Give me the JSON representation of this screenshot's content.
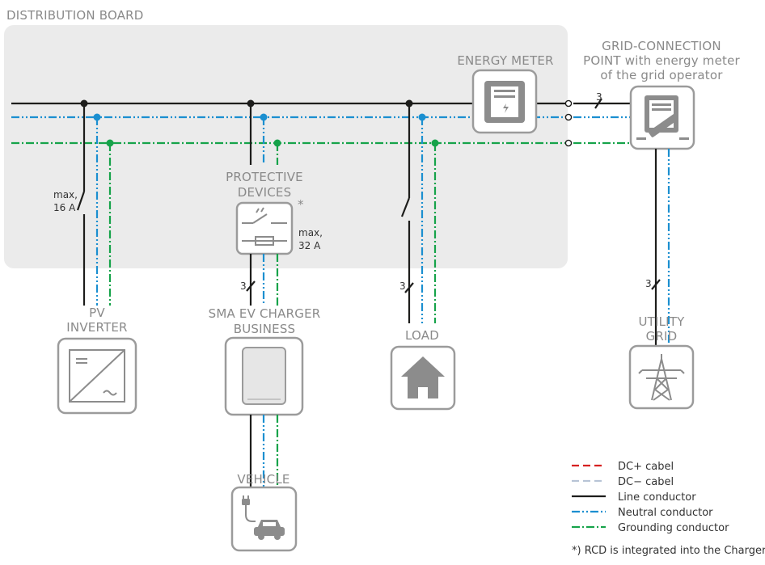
{
  "labels": {
    "distribution_board": "DISTRIBUTION BOARD",
    "energy_meter": "ENERGY METER",
    "grid_connection": [
      "GRID-CONNECTION",
      "POINT with energy meter",
      "of the grid operator"
    ],
    "protective_devices": [
      "PROTECTIVE",
      "DEVICES"
    ],
    "asterisk": "*",
    "pv_inverter": [
      "PV",
      "INVERTER"
    ],
    "sma_ev_charger": [
      "SMA EV CHARGER",
      "BUSINESS"
    ],
    "load": "LOAD",
    "utility_grid": [
      "UTILITY",
      "GRID"
    ],
    "vehicle": "VEHICLE",
    "pv_max": [
      "max,",
      "16 A"
    ],
    "protective_max": [
      "max,",
      "32 A"
    ],
    "conductor_count": "3"
  },
  "legend": [
    {
      "label": "DC+ cabel",
      "color": "#d62020",
      "style": "dashed"
    },
    {
      "label": "DC− cabel",
      "color": "#b8c4d6",
      "style": "dashed"
    },
    {
      "label": "Line conductor",
      "color": "#1d1d1b",
      "style": "solid"
    },
    {
      "label": "Neutral conductor",
      "color": "#1b8fd0",
      "style": "dash-dot-dot"
    },
    {
      "label": "Grounding conductor",
      "color": "#16a34a",
      "style": "dash-dot"
    }
  ],
  "footnote": "*) RCD is integrated into the Charger"
}
